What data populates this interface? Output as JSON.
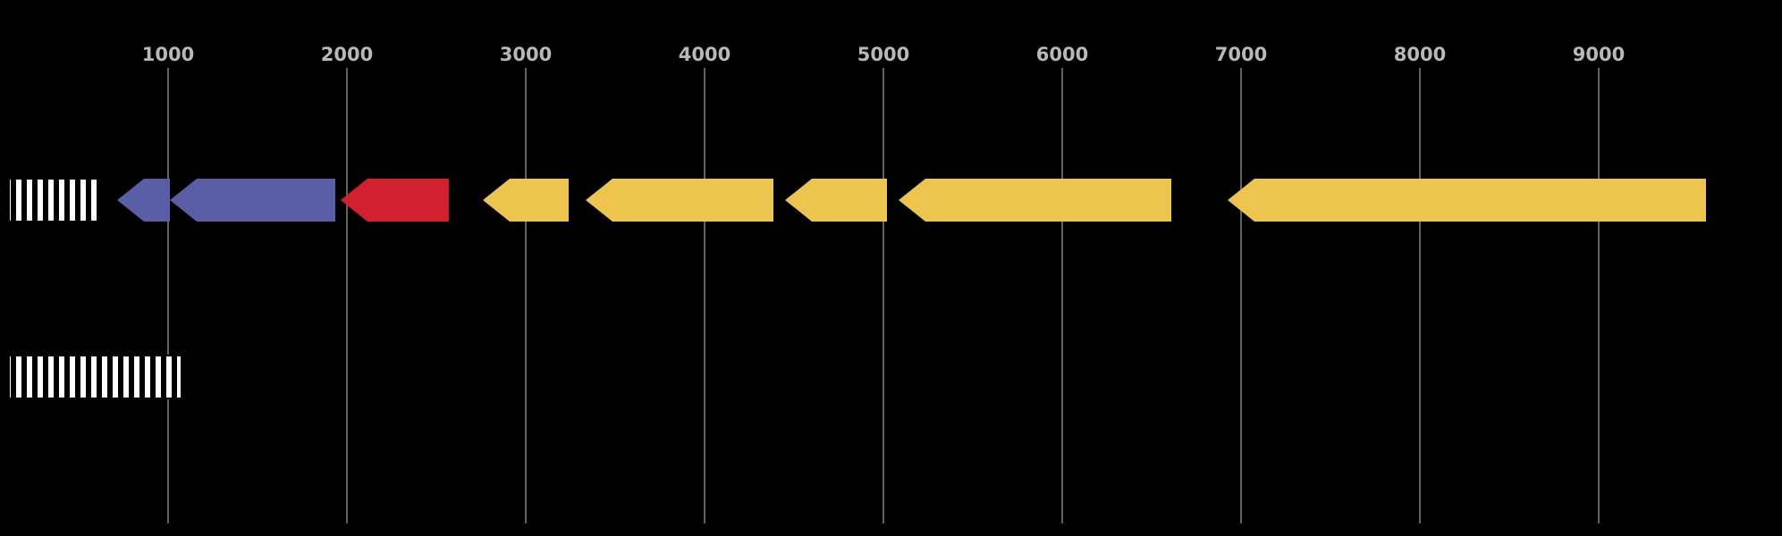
{
  "chart_data": {
    "type": "gene_feature_map",
    "title": "",
    "background": "#000000",
    "axis": {
      "orientation": "horizontal",
      "units": "bp",
      "tick_values": [
        1000,
        2000,
        3000,
        4000,
        5000,
        6000,
        7000,
        8000,
        9000
      ],
      "tick_labels": [
        "1000",
        "2000",
        "3000",
        "4000",
        "5000",
        "6000",
        "7000",
        "8000",
        "9000"
      ],
      "domain": [
        0,
        10000
      ],
      "gridlines": true,
      "gridline_color": "#8c8c8c",
      "tick_label_color": "#b8b8b8"
    },
    "palette": {
      "blue": "#5a5ea6",
      "red": "#d2202e",
      "yellow": "#ecc44e",
      "hatch_bg": "#ffffff",
      "hatch_fg": "#000000"
    },
    "tracks": [
      {
        "name": "track-1",
        "features": [
          {
            "kind": "hatched-box",
            "start": 110,
            "end": 630
          },
          {
            "kind": "arrow",
            "start": 715,
            "end": 1010,
            "direction": "left",
            "color": "blue"
          },
          {
            "kind": "arrow",
            "start": 1010,
            "end": 1935,
            "direction": "left",
            "color": "blue"
          },
          {
            "kind": "arrow",
            "start": 1965,
            "end": 2570,
            "direction": "left",
            "color": "red"
          },
          {
            "kind": "arrow",
            "start": 2760,
            "end": 3240,
            "direction": "left",
            "color": "yellow"
          },
          {
            "kind": "arrow",
            "start": 3335,
            "end": 4385,
            "direction": "left",
            "color": "yellow"
          },
          {
            "kind": "arrow",
            "start": 4450,
            "end": 5020,
            "direction": "left",
            "color": "yellow"
          },
          {
            "kind": "arrow",
            "start": 5085,
            "end": 6610,
            "direction": "left",
            "color": "yellow"
          },
          {
            "kind": "arrow",
            "start": 6925,
            "end": 9600,
            "direction": "left",
            "color": "yellow"
          }
        ]
      },
      {
        "name": "track-2",
        "features": [
          {
            "kind": "hatched-box",
            "start": 110,
            "end": 1075
          }
        ]
      }
    ]
  }
}
